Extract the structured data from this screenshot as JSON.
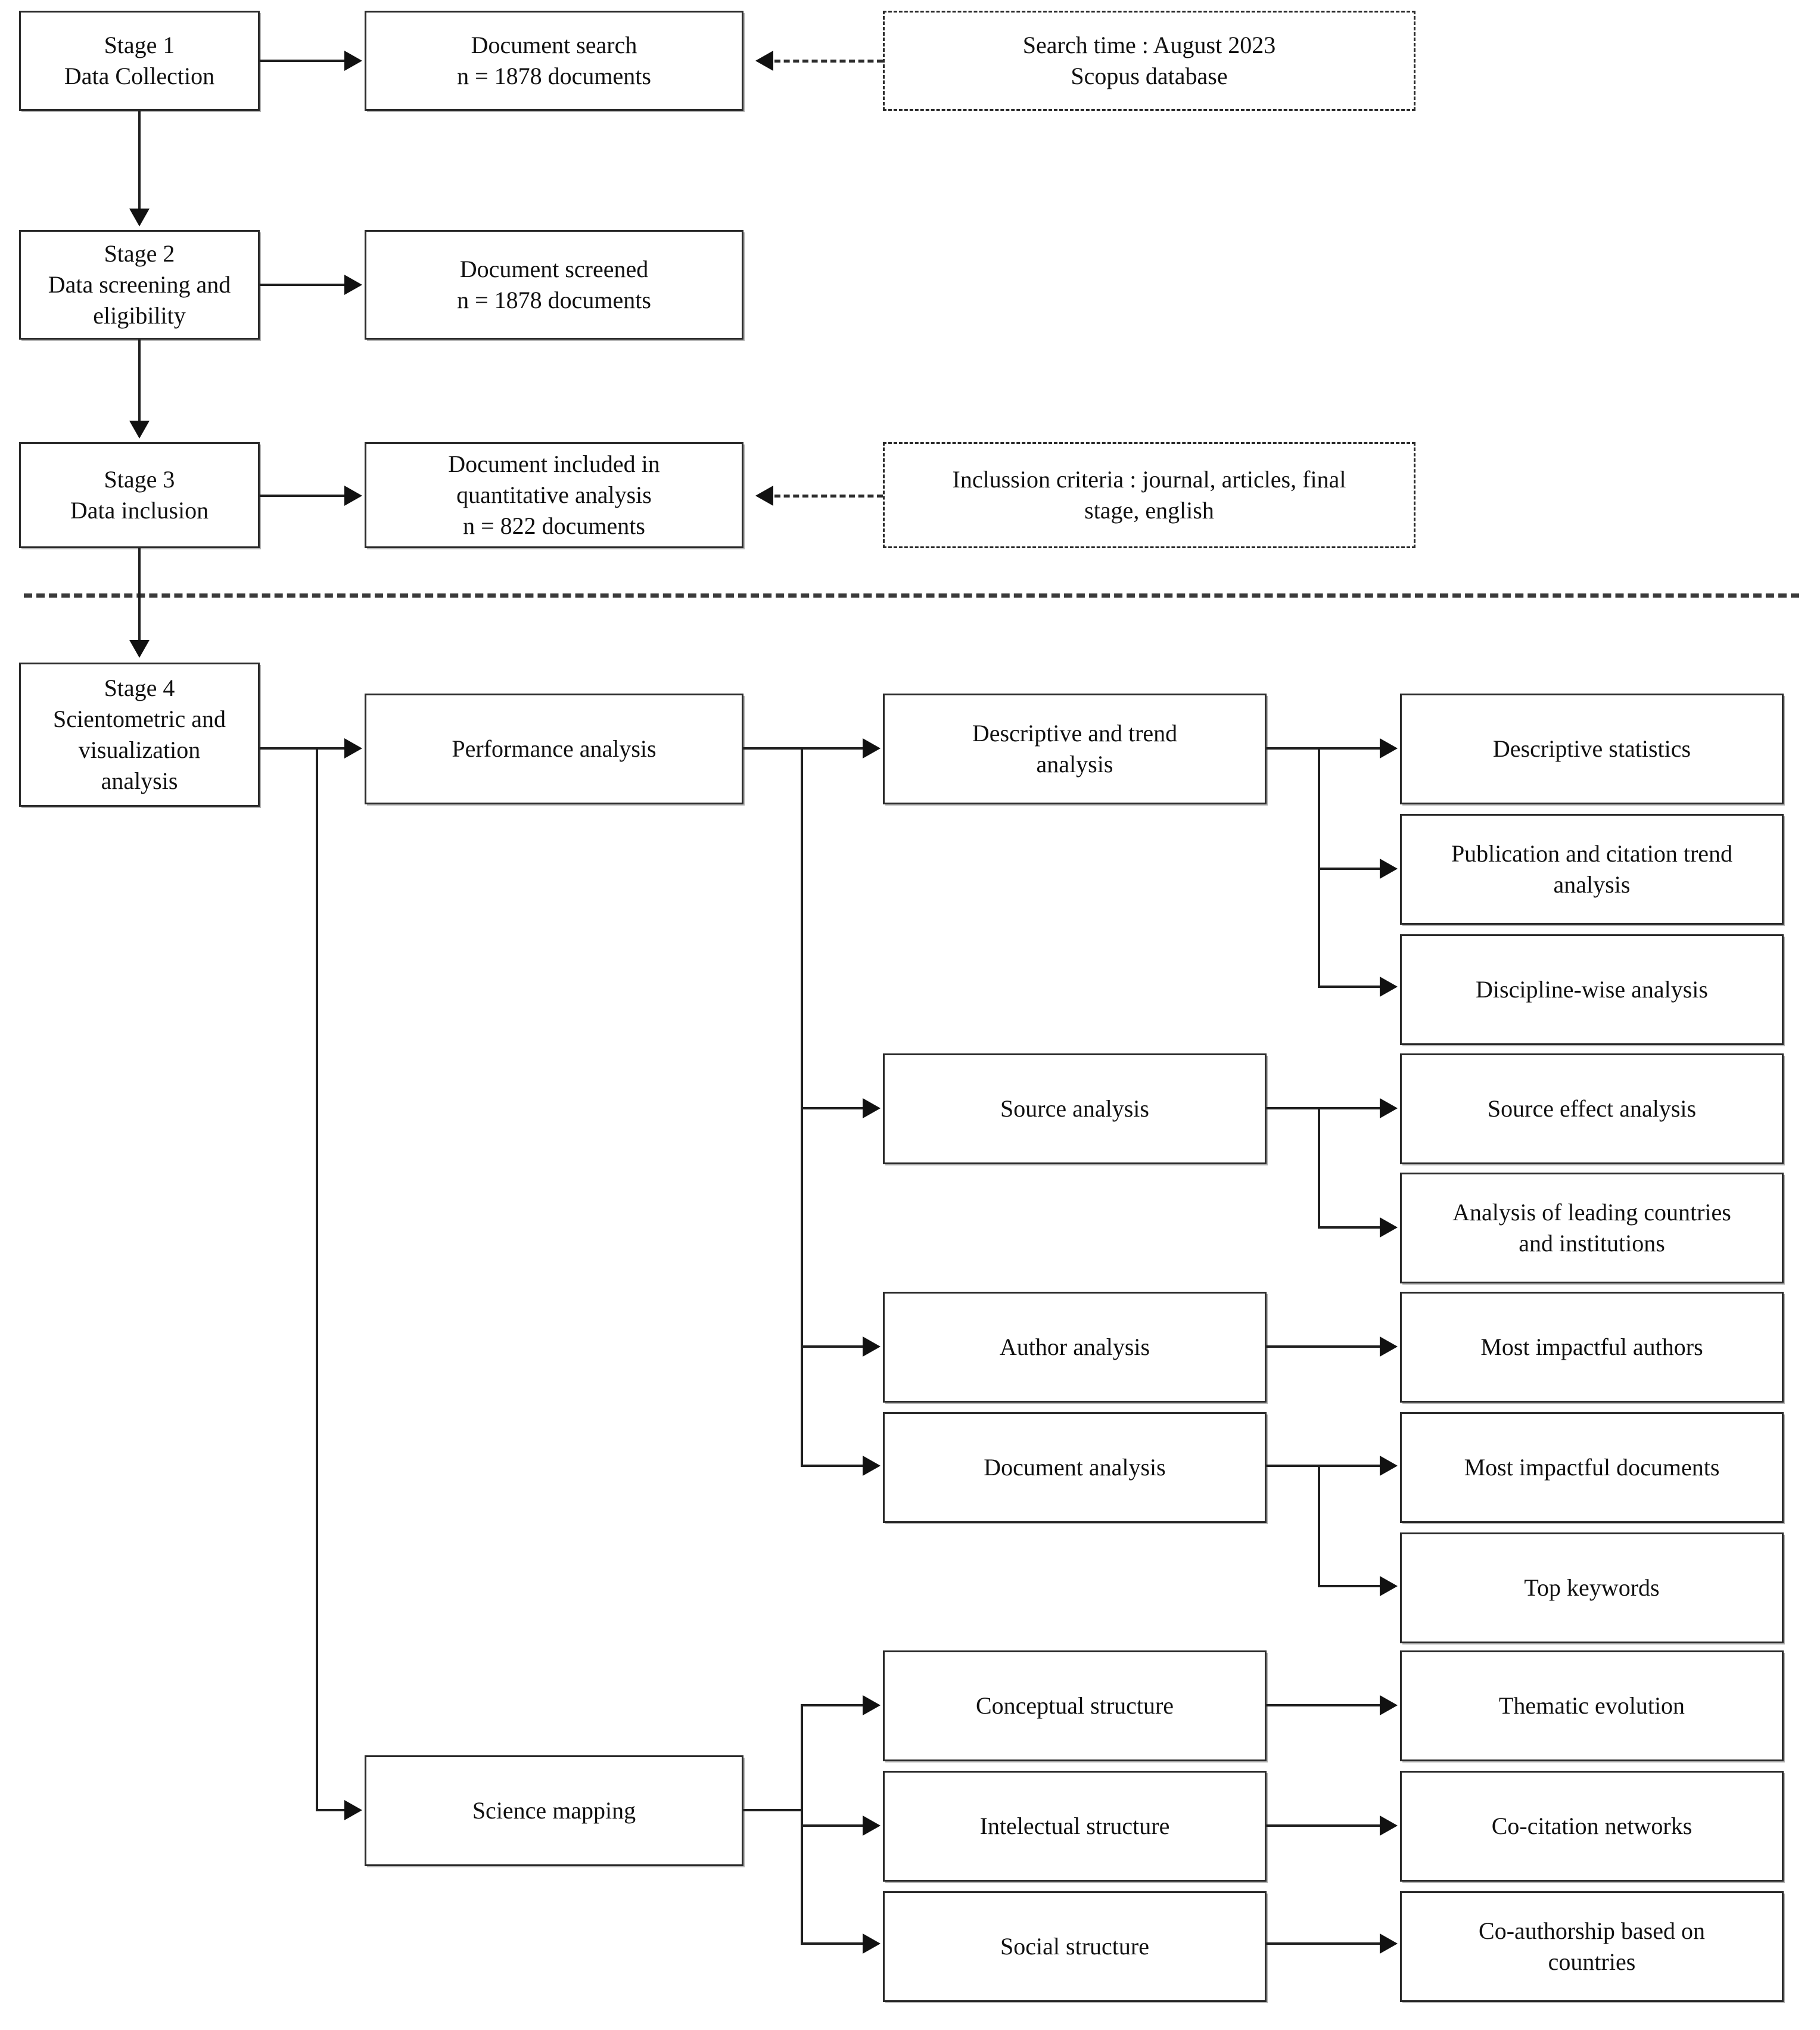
{
  "diagram": {
    "title": "Scientometric research workflow flowchart",
    "colors": {
      "box_border": "#2b2b2b",
      "connector": "#1f1f1f",
      "background": "#ffffff",
      "text": "#111111"
    },
    "nodes": {
      "stage1": "Stage 1\nData Collection",
      "document_search": "Document search\nn = 1878 documents",
      "search_note": "Search time : August 2023\nScopus database",
      "stage2": "Stage 2\nData screening and\neligibility",
      "document_screened": "Document screened\nn = 1878 documents",
      "stage3": "Stage 3\nData inclusion",
      "document_included": "Document included in\nquantitative analysis\nn = 822 documents",
      "inclusion_note": "Inclussion criteria : journal, articles, final\nstage, english",
      "stage4": "Stage 4\nScientometric and\nvisualization\nanalysis",
      "performance_analysis": "Performance analysis",
      "science_mapping": "Science mapping",
      "descriptive_trend": "Descriptive and trend\nanalysis",
      "source_analysis": "Source analysis",
      "author_analysis": "Author analysis",
      "document_analysis": "Document analysis",
      "conceptual_structure": "Conceptual structure",
      "intelectual_structure": "Intelectual structure",
      "social_structure": "Social structure",
      "descriptive_statistics": "Descriptive statistics",
      "publication_citation_trend": "Publication and citation trend\nanalysis",
      "discipline_wise": "Discipline-wise analysis",
      "source_effect": "Source effect analysis",
      "leading_countries": "Analysis of leading countries\nand institutions",
      "most_impactful_authors": "Most impactful authors",
      "most_impactful_documents": "Most impactful documents",
      "top_keywords": "Top keywords",
      "thematic_evolution": "Thematic evolution",
      "cocitation_networks": "Co-citation networks",
      "coauthorship_countries": "Co-authorship based on\ncountries"
    }
  }
}
